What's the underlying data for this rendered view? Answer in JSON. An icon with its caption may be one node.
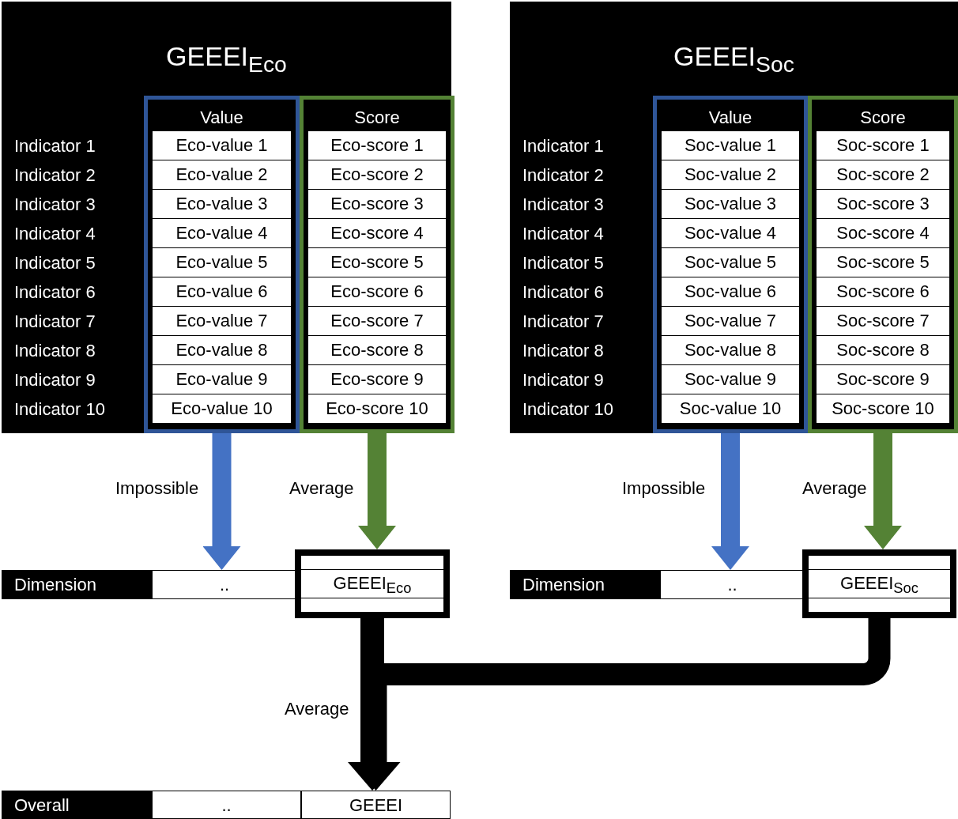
{
  "diagram": {
    "nodes": [
      {
        "text": [
          "GEEEI$_{Eco}$",
          "Indicator 1",
          "Indicator 2",
          "Indicator 3",
          "Indicator 4",
          "Indicator 5",
          "Indicator 6",
          "Indicator 7",
          "Indicator 8",
          "Indicator 9",
          "Indicator 10"
        ]
      },
      {
        "text": [
          "Value",
          "Eco-value 1",
          "Eco-value 2",
          "Eco-value 3",
          "Eco-value 4",
          "Eco-value 5",
          "Eco-value 6",
          "Eco-value 7",
          "Eco-value 8",
          "Eco-value 9",
          "Eco-value 10"
        ],
        "in": 0
      },
      {
        "text": [
          "Score",
          "Eco-score 1",
          "Eco-score 2",
          "Eco-score 3",
          "Eco-score 4",
          "Eco-score 5",
          "Eco-score 6",
          "Eco-score 7",
          "Eco-score 8",
          "Eco-score 9",
          "Eco-score 10"
        ],
        "in": 0
      },
      {
        "text": [
          "GEEEI$_{Soc}$",
          "Indicator 1",
          "Indicator 2",
          "Indicator 3",
          "Indicator 4",
          "Indicator 5",
          "Indicator 6",
          "Indicator 7",
          "Indicator 8",
          "Indicator 9",
          "Indicator 10"
        ]
      },
      {
        "text": [
          "Value",
          "Soc-value 1",
          "Soc-value 2",
          "Soc-value 3",
          "Soc-value 4",
          "Soc-value 5",
          "Soc-value 6",
          "Soc-value 7",
          "Soc-value 8",
          "Soc-value 9",
          "Soc-value 10"
        ],
        "in": 3
      },
      {
        "text": [
          "Score",
          "Soc-score 1",
          "Soc-score 2",
          "Soc-score 3",
          "Soc-score 4",
          "Soc-score 5",
          "Soc-score 6",
          "Soc-score 7",
          "Soc-score 8",
          "Soc-score 9",
          "Soc-score 10"
        ],
        "in": 3
      },
      {
        "text": [
          "Dimension"
        ]
      },
      {
        "text": [
          ".."
        ]
      },
      {
        "text": [
          "GEEEI$_{Eco}$"
        ]
      },
      {
        "text": [
          "Dimension"
        ]
      },
      {
        "text": [
          ".."
        ]
      },
      {
        "text": [
          "GEEEI$_{Soc}$"
        ]
      },
      {
        "text": [
          "Overall"
        ]
      },
      {
        "text": [
          ".."
        ]
      },
      {
        "text": [
          "GEEEI"
        ]
      }
    ],
    "edges": [
      {
        "from": 1,
        "to": 7,
        "arrow": "to",
        "label": "Impossible",
        "color": "#4472c4"
      },
      {
        "from": 2,
        "to": 8,
        "arrow": "to",
        "label": "Average",
        "color": "#548235"
      },
      {
        "from": 4,
        "to": 10,
        "arrow": "to",
        "label": "Impossible",
        "color": "#4472c4"
      },
      {
        "from": 5,
        "to": 11,
        "arrow": "to",
        "label": "Average",
        "color": "#548235"
      },
      {
        "from": 8,
        "to": 14,
        "arrow": "to",
        "label": "Average",
        "color": "#000000"
      },
      {
        "from": 11,
        "to": 14,
        "arrow": "to",
        "color": "#000000"
      }
    ]
  }
}
